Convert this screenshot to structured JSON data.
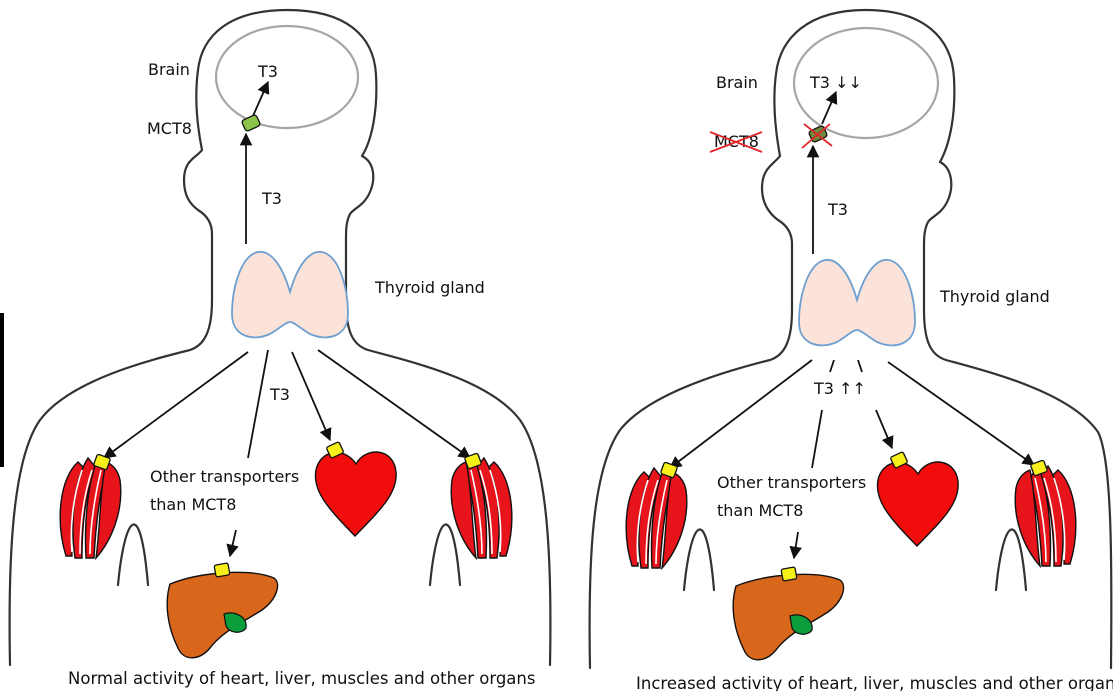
{
  "left_panel": {
    "brain_label": "Brain",
    "mct8_label": "MCT8",
    "t3_brain": "T3",
    "t3_neck": "T3",
    "thyroid_label": "Thyroid gland",
    "t3_body": "T3",
    "other_transporters_line1": "Other transporters",
    "other_transporters_line2": "than MCT8",
    "caption": "Normal activity of heart, liver, muscles and other organs"
  },
  "right_panel": {
    "brain_label": "Brain",
    "mct8_label": "MCT8",
    "t3_brain": "T3 ↓↓",
    "t3_neck": "T3",
    "thyroid_label": "Thyroid gland",
    "t3_body": "T3 ↑↑",
    "other_transporters_line1": "Other transporters",
    "other_transporters_line2": "than MCT8",
    "caption": "Increased activity of heart, liver, muscles and other organs"
  },
  "colors": {
    "muscle": "#e8141b",
    "heart": "#f20d0d",
    "liver": "#d8661b",
    "gallbladder": "#0a9d3c",
    "transporter_other": "#f7ef19",
    "transporter_mct8": "#8bc34a",
    "thyroid_fill": "#fbe3d9",
    "thyroid_outline": "#6fa0d0",
    "absent_mark": "#e0262a"
  },
  "icons": [
    "brain-outline",
    "thyroid-gland",
    "heart-icon",
    "liver-icon",
    "muscle-icon",
    "transporter-icon"
  ]
}
